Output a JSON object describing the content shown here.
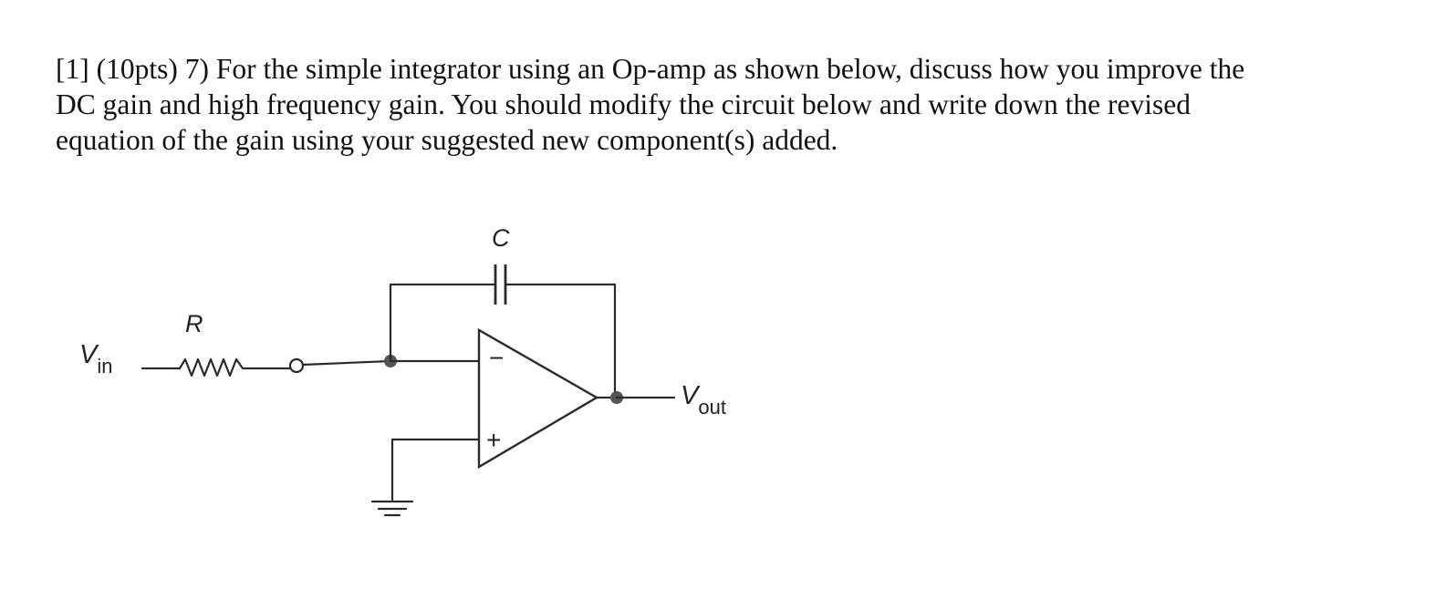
{
  "question": {
    "lines": [
      "[1] (10pts) 7) For the simple integrator using an Op-amp as shown below, discuss how you improve the",
      "DC gain and high frequency gain.  You should modify the circuit below and write down the revised",
      "equation of the gain using your suggested new component(s) added."
    ]
  },
  "circuit": {
    "input_label": {
      "main": "V",
      "sub": "in"
    },
    "output_label": {
      "main": "V",
      "sub": "out"
    },
    "resistor_label": "R",
    "capacitor_label": "C",
    "inverting_sign": "−",
    "noninverting_sign": "+"
  },
  "colors": {
    "text": "#111111",
    "wire": "#2a2a2a",
    "node": "#555555"
  }
}
